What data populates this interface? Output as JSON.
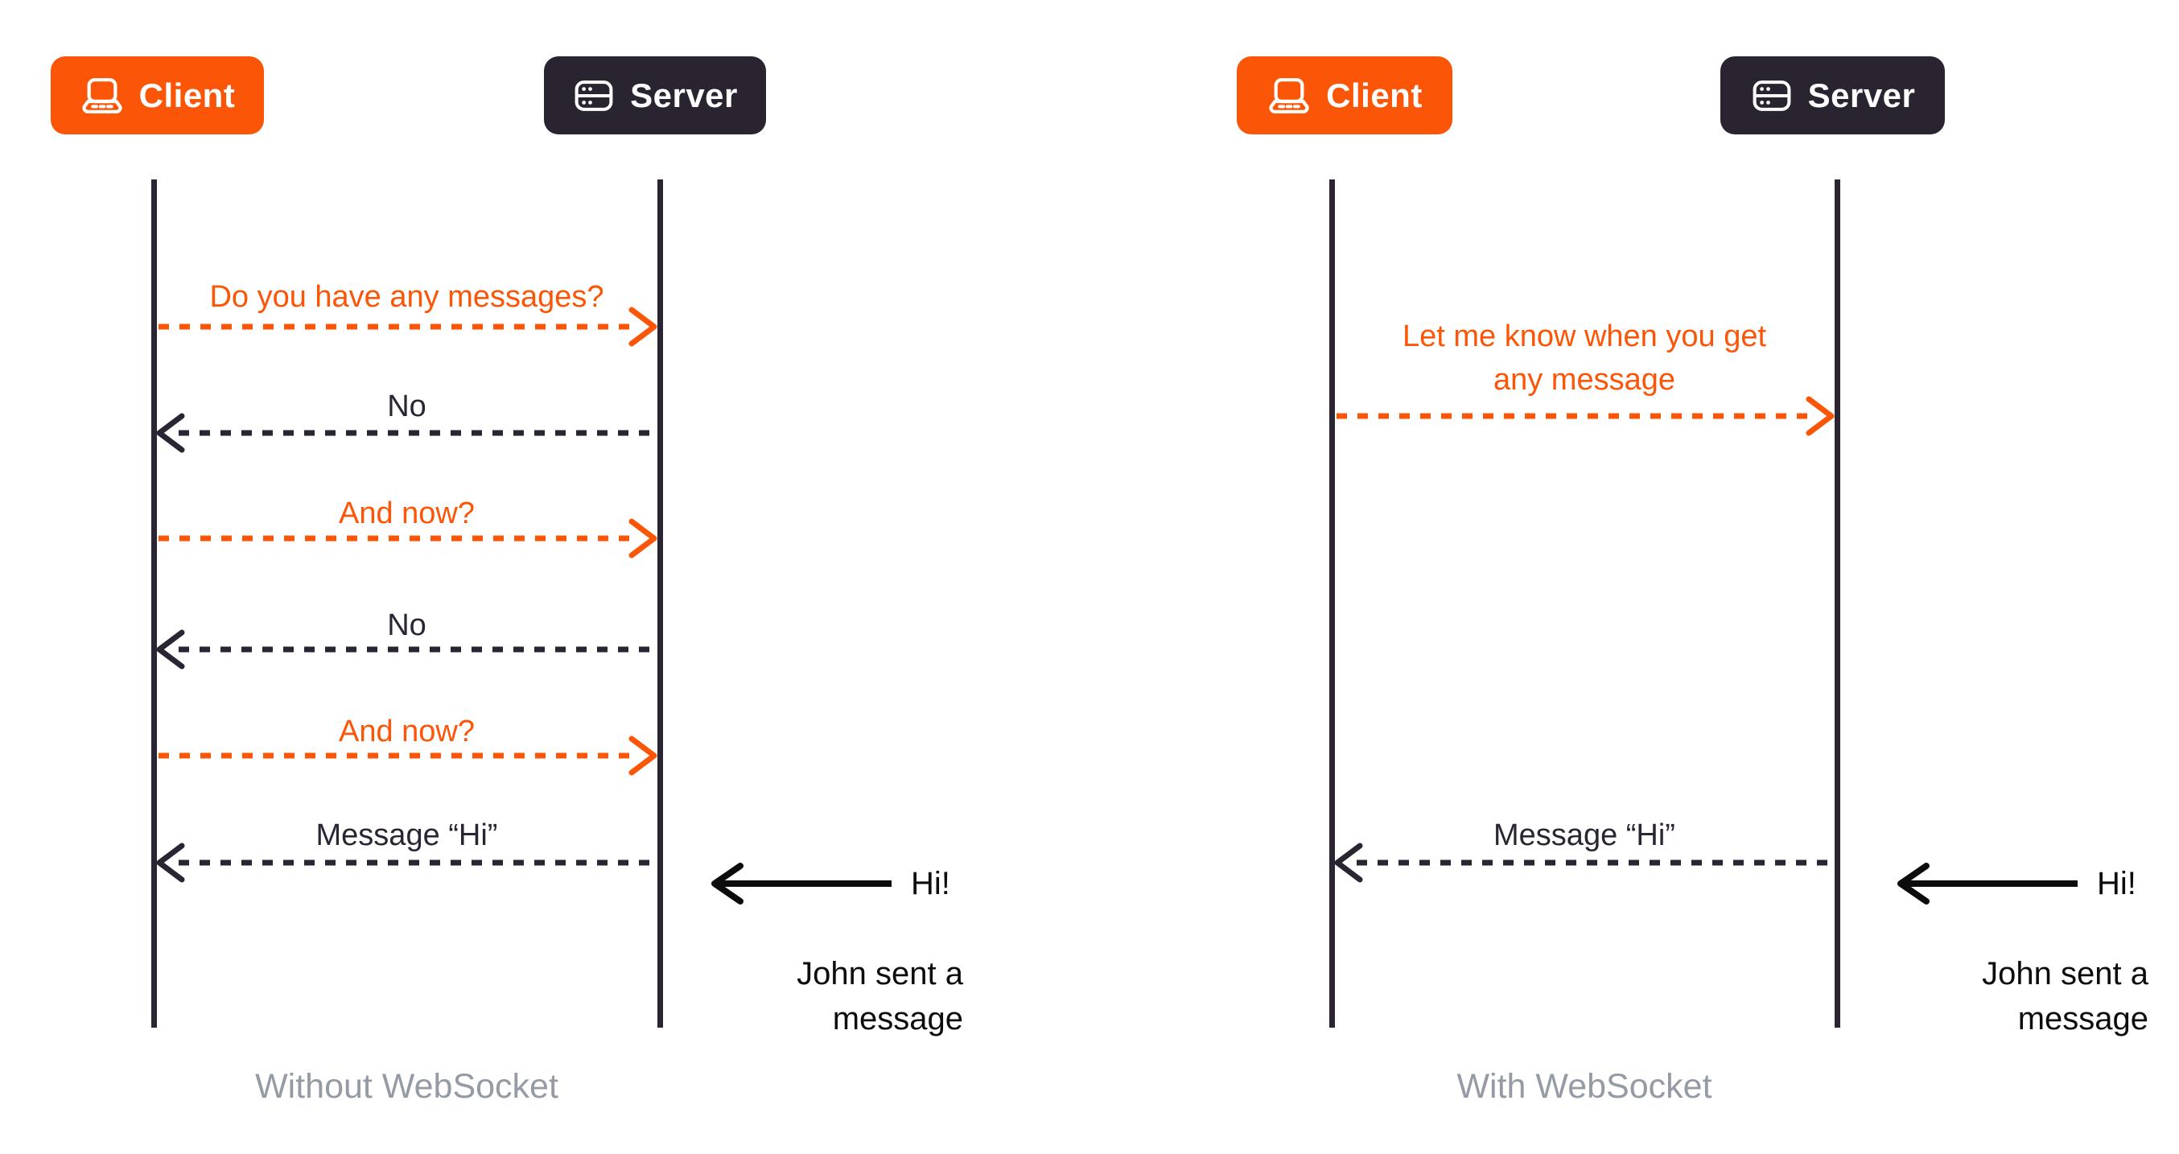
{
  "colors": {
    "accent_orange": "#FB5607",
    "dark": "#2B2533",
    "black_text": "#0C0C0C",
    "caption_gray": "#949BA4",
    "background": "#FFFFFF",
    "button_text": "#FFFFFF"
  },
  "panels": [
    {
      "caption": "Without WebSocket",
      "client": {
        "label": "Client",
        "icon": "laptop-icon"
      },
      "server": {
        "label": "Server",
        "icon": "server-icon"
      },
      "messages": [
        {
          "label": "Do you have any messages?",
          "from": "client",
          "to": "server",
          "direction": "right",
          "style": "dashed",
          "color": "#FB5607"
        },
        {
          "label": "No",
          "from": "server",
          "to": "client",
          "direction": "left",
          "style": "dashed",
          "color": "#2B2533"
        },
        {
          "label": "And now?",
          "from": "client",
          "to": "server",
          "direction": "right",
          "style": "dashed",
          "color": "#FB5607"
        },
        {
          "label": "No",
          "from": "server",
          "to": "client",
          "direction": "left",
          "style": "dashed",
          "color": "#2B2533"
        },
        {
          "label": "And now?",
          "from": "client",
          "to": "server",
          "direction": "right",
          "style": "dashed",
          "color": "#FB5607"
        },
        {
          "label": "Message “Hi”",
          "from": "server",
          "to": "client",
          "direction": "left",
          "style": "dashed",
          "color": "#2B2533"
        }
      ],
      "incoming_event": {
        "arrow_label": "Hi!",
        "note_line1": "John sent a",
        "note_line2": "message",
        "style": "solid",
        "direction": "left",
        "color": "#0C0C0C"
      }
    },
    {
      "caption": "With WebSocket",
      "client": {
        "label": "Client",
        "icon": "laptop-icon"
      },
      "server": {
        "label": "Server",
        "icon": "server-icon"
      },
      "messages": [
        {
          "label_line1": "Let me know when you get",
          "label_line2": "any message",
          "from": "client",
          "to": "server",
          "direction": "right",
          "style": "dashed",
          "color": "#FB5607"
        },
        {
          "label": "Message “Hi”",
          "from": "server",
          "to": "client",
          "direction": "left",
          "style": "dashed",
          "color": "#2B2533"
        }
      ],
      "incoming_event": {
        "arrow_label": "Hi!",
        "note_line1": "John sent a",
        "note_line2": "message",
        "style": "solid",
        "direction": "left",
        "color": "#0C0C0C"
      }
    }
  ]
}
